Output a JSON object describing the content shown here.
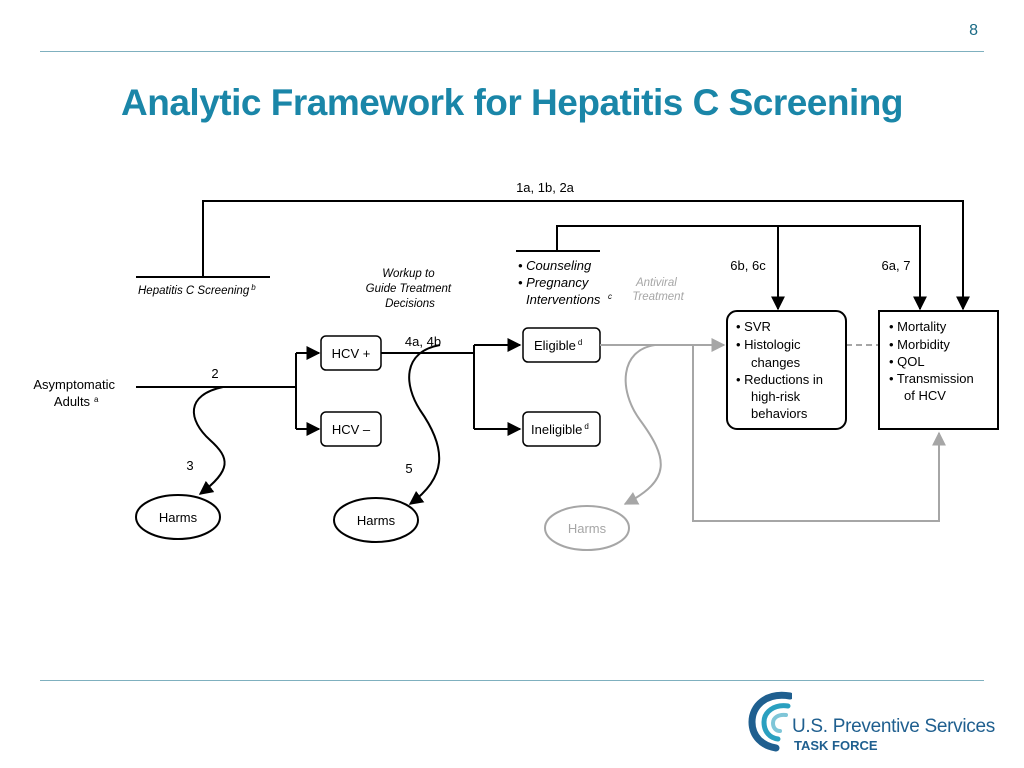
{
  "page_number": "8",
  "title": "Analytic Framework for Hepatitis C Screening",
  "diagram": {
    "top_label": "1a, 1b, 2a",
    "screening_label": "Hepatitis C Screening",
    "screening_sup": "b",
    "population_line1": "Asymptomatic",
    "population_line2": "Adults",
    "population_sup": "a",
    "kq2": "2",
    "kq3": "3",
    "kq4": "4a, 4b",
    "kq5": "5",
    "kq6": "6b, 6c",
    "kq6a7": "6a, 7",
    "hcv_pos": "HCV +",
    "hcv_neg": "HCV –",
    "workup_line1": "Workup to",
    "workup_line2": "Guide Treatment",
    "workup_line3": "Decisions",
    "counseling_line1": "• Counseling",
    "counseling_line2": "• Pregnancy",
    "counseling_line3": "Interventions",
    "counseling_sup": "c",
    "antiviral_line1": "Antiviral",
    "antiviral_line2": "Treatment",
    "eligible": "Eligible",
    "eligible_sup": "d",
    "ineligible": "Ineligible",
    "ineligible_sup": "d",
    "intermediate": [
      "• SVR",
      "• Histologic",
      "changes",
      "• Reductions in",
      "high-risk",
      "behaviors"
    ],
    "outcomes": [
      "• Mortality",
      "• Morbidity",
      "• QOL",
      "• Transmission",
      "of HCV"
    ],
    "harms": "Harms"
  },
  "logo": {
    "line1": "U.S. Preventive Services",
    "line2": "TASK FORCE"
  },
  "colors": {
    "title": "#1a86a8",
    "rule": "#7fb0bf",
    "gray_path": "#a6a6a6",
    "logo": "#1f5f8f"
  }
}
